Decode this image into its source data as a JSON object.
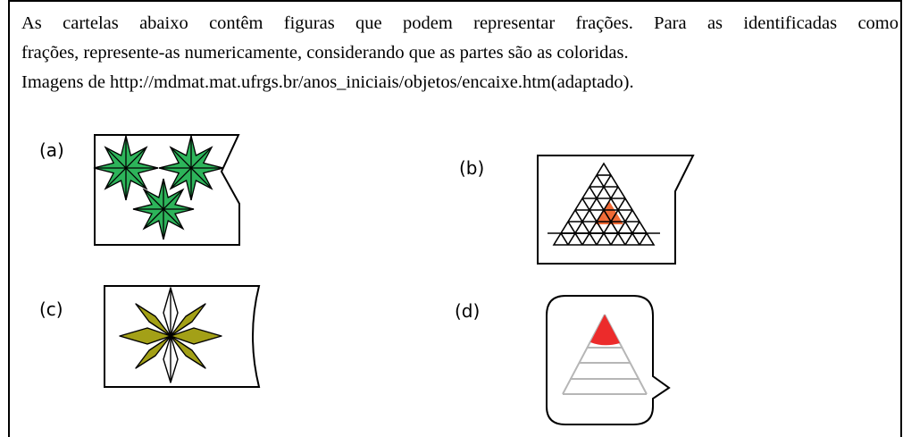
{
  "intro": {
    "line1": "As cartelas abaixo contêm figuras que podem representar frações. Para as identificadas como",
    "line2": "frações, represente-as numericamente, considerando que as partes são as coloridas.",
    "line3": "Imagens de http://mdmat.mat.ufrgs.br/anos_iniciais/objetos/encaixe.htm(adaptado)."
  },
  "cards": [
    {
      "label": "(a)",
      "icon": "three-green-stars-icon",
      "color": "#2db45a"
    },
    {
      "label": "(b)",
      "icon": "triangle-grid-icon",
      "color": "#f06a35"
    },
    {
      "label": "(c)",
      "icon": "eight-point-star-icon",
      "color": "#a3a017"
    },
    {
      "label": "(d)",
      "icon": "striped-triangle-icon",
      "color": "#ec2b2b"
    }
  ]
}
